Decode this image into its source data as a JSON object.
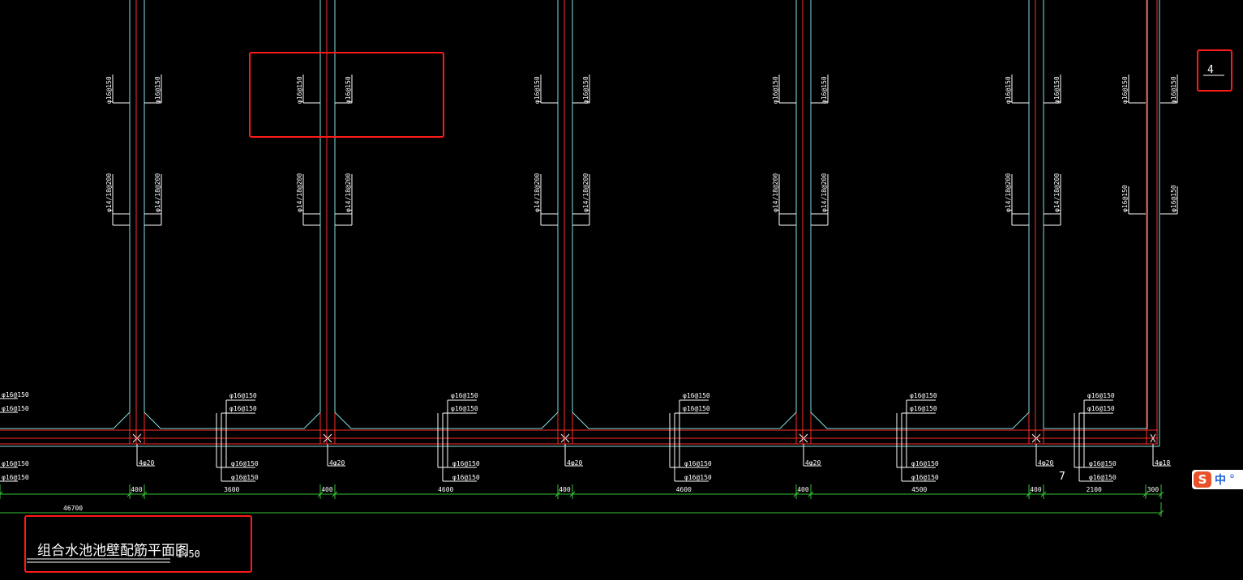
{
  "drawing": {
    "title": "组合水池池壁配筋平面图",
    "scale": "1:50",
    "axis_marker": "4",
    "colors": {
      "background": "#000000",
      "wall_line": "#ff2a2a",
      "inner_line": "#7fe0e0",
      "annotation": "#ffffff",
      "dimension": "#36c236",
      "highlight_box": "#ff1a1a"
    },
    "upper_labels": [
      [
        "φ16@150",
        "φ16@150"
      ],
      [
        "φ16@150",
        "φ16@150"
      ],
      [
        "φ16@150",
        "φ16@150"
      ],
      [
        "φ16@150",
        "φ16@150"
      ],
      [
        "φ16@150",
        "φ16@150"
      ],
      [
        "φ16@150",
        "φ16@150"
      ]
    ],
    "mid_labels": [
      [
        "φ14/18@200",
        "φ14/18@200"
      ],
      [
        "φ14/18@200",
        "φ14/18@200"
      ],
      [
        "φ14/18@200",
        "φ14/18@200"
      ],
      [
        "φ14/18@200",
        "φ14/18@200"
      ],
      [
        "φ14/18@200",
        "φ14/18@200"
      ],
      [
        "φ16@150",
        "φ16@150"
      ]
    ],
    "left_labels": [
      "φ16@150",
      "φ16@150"
    ],
    "left_bottom_labels": [
      "φ16@150",
      "φ16@150"
    ],
    "bottom_labels_top": [
      [
        "φ16@150",
        "φ16@150"
      ],
      [
        "φ16@150",
        "φ16@150"
      ],
      [
        "φ16@150",
        "φ16@150"
      ],
      [
        "φ16@150",
        "φ16@150"
      ],
      [
        "φ16@150",
        "φ16@150"
      ]
    ],
    "bottom_labels_bottom": [
      [
        "φ16@150",
        "φ16@150"
      ],
      [
        "φ16@150",
        "φ16@150"
      ],
      [
        "φ16@150",
        "φ16@150"
      ],
      [
        "φ16@150",
        "φ16@150"
      ],
      [
        "φ16@150",
        "φ16@150"
      ]
    ],
    "corner_bars": [
      "4φ20",
      "4φ20",
      "4φ20",
      "4φ20",
      "4φ20",
      "4φ18"
    ],
    "dimensions": [
      "400",
      "3600",
      "400",
      "4600",
      "400",
      "4600",
      "400",
      "4500",
      "400",
      "2100",
      "300"
    ],
    "total_dimension": "46700",
    "stray_mark": "7"
  },
  "ime": {
    "logo": "S",
    "mode": "中",
    "extra": "°"
  }
}
